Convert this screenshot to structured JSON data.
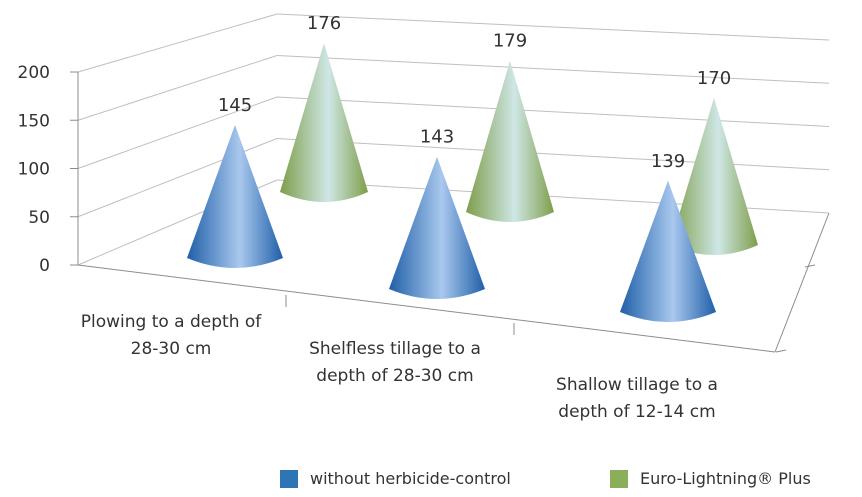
{
  "chart_data": {
    "type": "bar",
    "style": "3d-cone",
    "categories": [
      [
        "Plowing to a depth of",
        "28-30 cm"
      ],
      [
        "Shelfless tillage to a",
        "depth of 28-30 cm"
      ],
      [
        "Shallow tillage to a",
        "depth of 12-14 cm"
      ]
    ],
    "series": [
      {
        "name": "without herbicide-control",
        "values": [
          145,
          143,
          139
        ],
        "color": "#2E75B6"
      },
      {
        "name": "Euro-Lightning® Plus",
        "values": [
          176,
          179,
          170
        ],
        "color": "#8BAE5A"
      }
    ],
    "yticks": [
      0,
      50,
      100,
      150,
      200
    ],
    "ylim": [
      0,
      200
    ],
    "grid": true,
    "legend_position": "bottom-right",
    "data_labels": true
  }
}
